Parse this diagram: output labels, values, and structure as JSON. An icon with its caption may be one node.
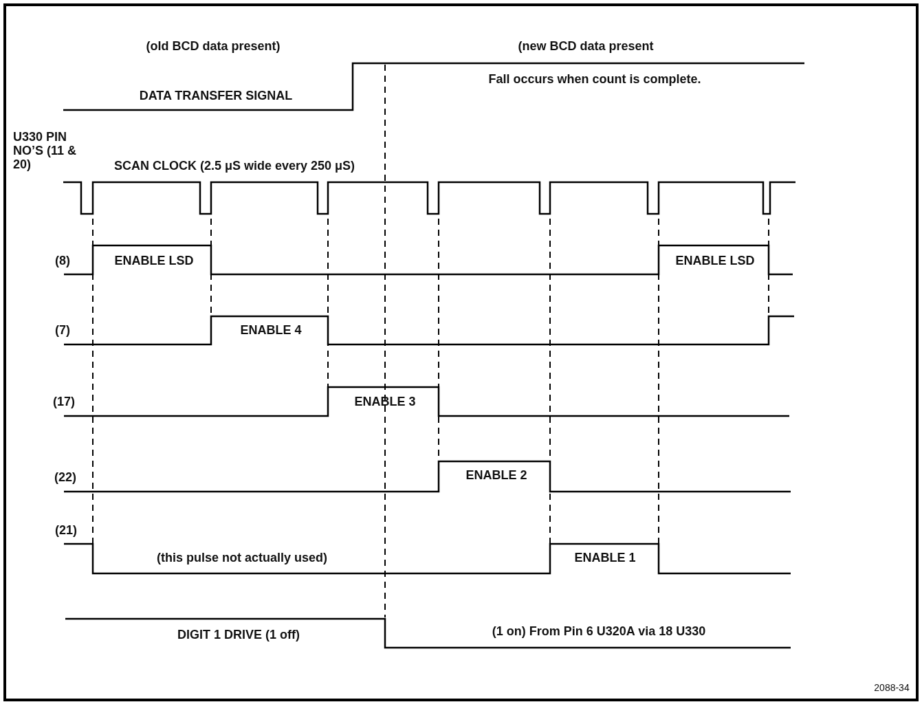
{
  "diagram": {
    "labels": [
      "(old BCD data present)",
      "(new BCD data present",
      "Fall occurs when count is complete.",
      "DATA TRANSFER SIGNAL",
      "U330 PIN NO’S (11 & 20)",
      "SCAN CLOCK (2.5 μS wide every 250 μS)",
      "(8)",
      "ENABLE LSD",
      "ENABLE LSD",
      "(7)",
      "ENABLE 4",
      "(17)",
      "ENABLE 3",
      "(22)",
      "ENABLE 2",
      "(21)",
      "(this pulse not actually used)",
      "ENABLE 1",
      "DIGIT 1 DRIVE (1 off)",
      "(1 on) From Pin 6 U320A via 18 U330",
      "2088-34"
    ]
  }
}
